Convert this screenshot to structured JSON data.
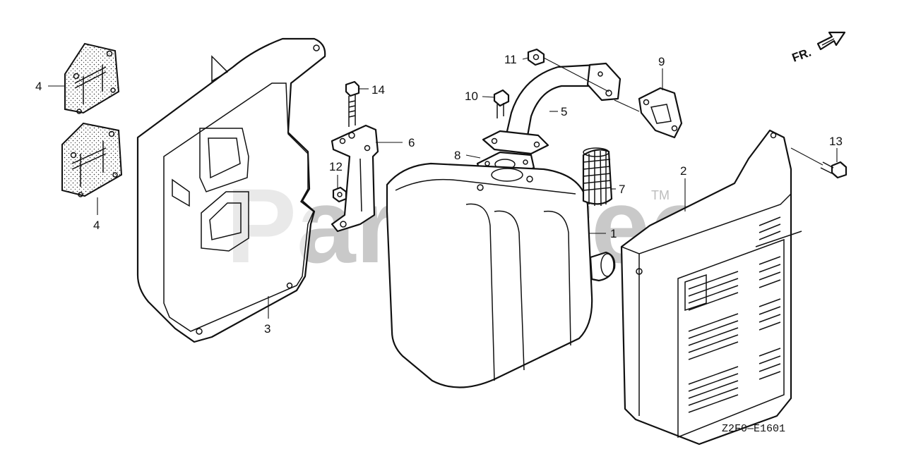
{
  "diagram": {
    "watermark": "PartsTree",
    "trademark": "TM",
    "direction_label": "FR.",
    "diagram_code": "Z2F0—E1601",
    "callouts": [
      {
        "id": "c1",
        "label": "1"
      },
      {
        "id": "c2",
        "label": "2"
      },
      {
        "id": "c3",
        "label": "3"
      },
      {
        "id": "c4a",
        "label": "4"
      },
      {
        "id": "c4b",
        "label": "4"
      },
      {
        "id": "c5",
        "label": "5"
      },
      {
        "id": "c6",
        "label": "6"
      },
      {
        "id": "c7",
        "label": "7"
      },
      {
        "id": "c8",
        "label": "8"
      },
      {
        "id": "c9",
        "label": "9"
      },
      {
        "id": "c10",
        "label": "10"
      },
      {
        "id": "c11",
        "label": "11"
      },
      {
        "id": "c12",
        "label": "12"
      },
      {
        "id": "c13",
        "label": "13"
      },
      {
        "id": "c14",
        "label": "14"
      }
    ]
  }
}
